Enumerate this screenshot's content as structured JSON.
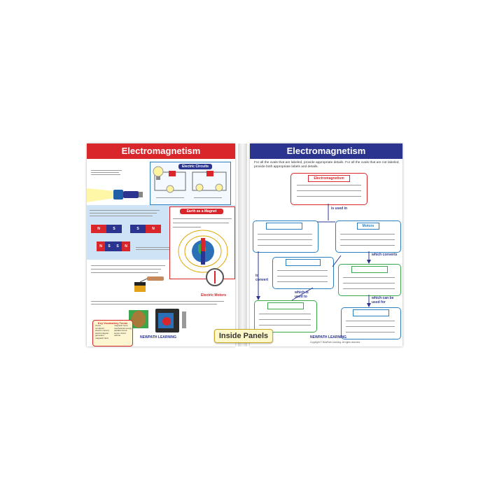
{
  "left_panel": {
    "title": "Electromagnetism",
    "electric_circuits_label": "Electric Circuits",
    "earth_magnet_label": "Earth as a Magnet",
    "electric_motors_label": "Electric Motors",
    "vocab_title": "Key Vocabulary Terms",
    "vocab_terms": [
      "circuit",
      "conductor",
      "electric current",
      "electromagnet",
      "generator",
      "magnetic field",
      "magnetic force",
      "mechanical energy",
      "parallel circuit",
      "series circuit",
      "turbine"
    ],
    "magnet_letters": [
      "N",
      "S",
      "S",
      "N",
      "N",
      "S",
      "S",
      "N"
    ],
    "logo": "NEWPATH LEARNING"
  },
  "right_panel": {
    "title": "Electromagnetism",
    "instructions": "For all the ovals that are labeled, provide appropriate details.  For all the ovals that are not labeled, provide both appropriate labels and details.",
    "top_oval_label": "Electromagnetism",
    "motors_label": "Motors",
    "connectors": {
      "is_used_in": "is used in",
      "to_convert": "to convert",
      "which_converts": "which converts",
      "which_is_used_to": "which is used to",
      "which_can_be_used_for": "which can be used for"
    },
    "logo": "NEWPATH LEARNING",
    "copyright": "Copyright © NewPath Learning. All rights reserved."
  },
  "tag": "Inside Panels",
  "colors": {
    "red": "#d9262b",
    "navy": "#2b3590",
    "oval_red": "#d9262b",
    "oval_blue": "#2b7fc1",
    "oval_green": "#3aa84a"
  }
}
